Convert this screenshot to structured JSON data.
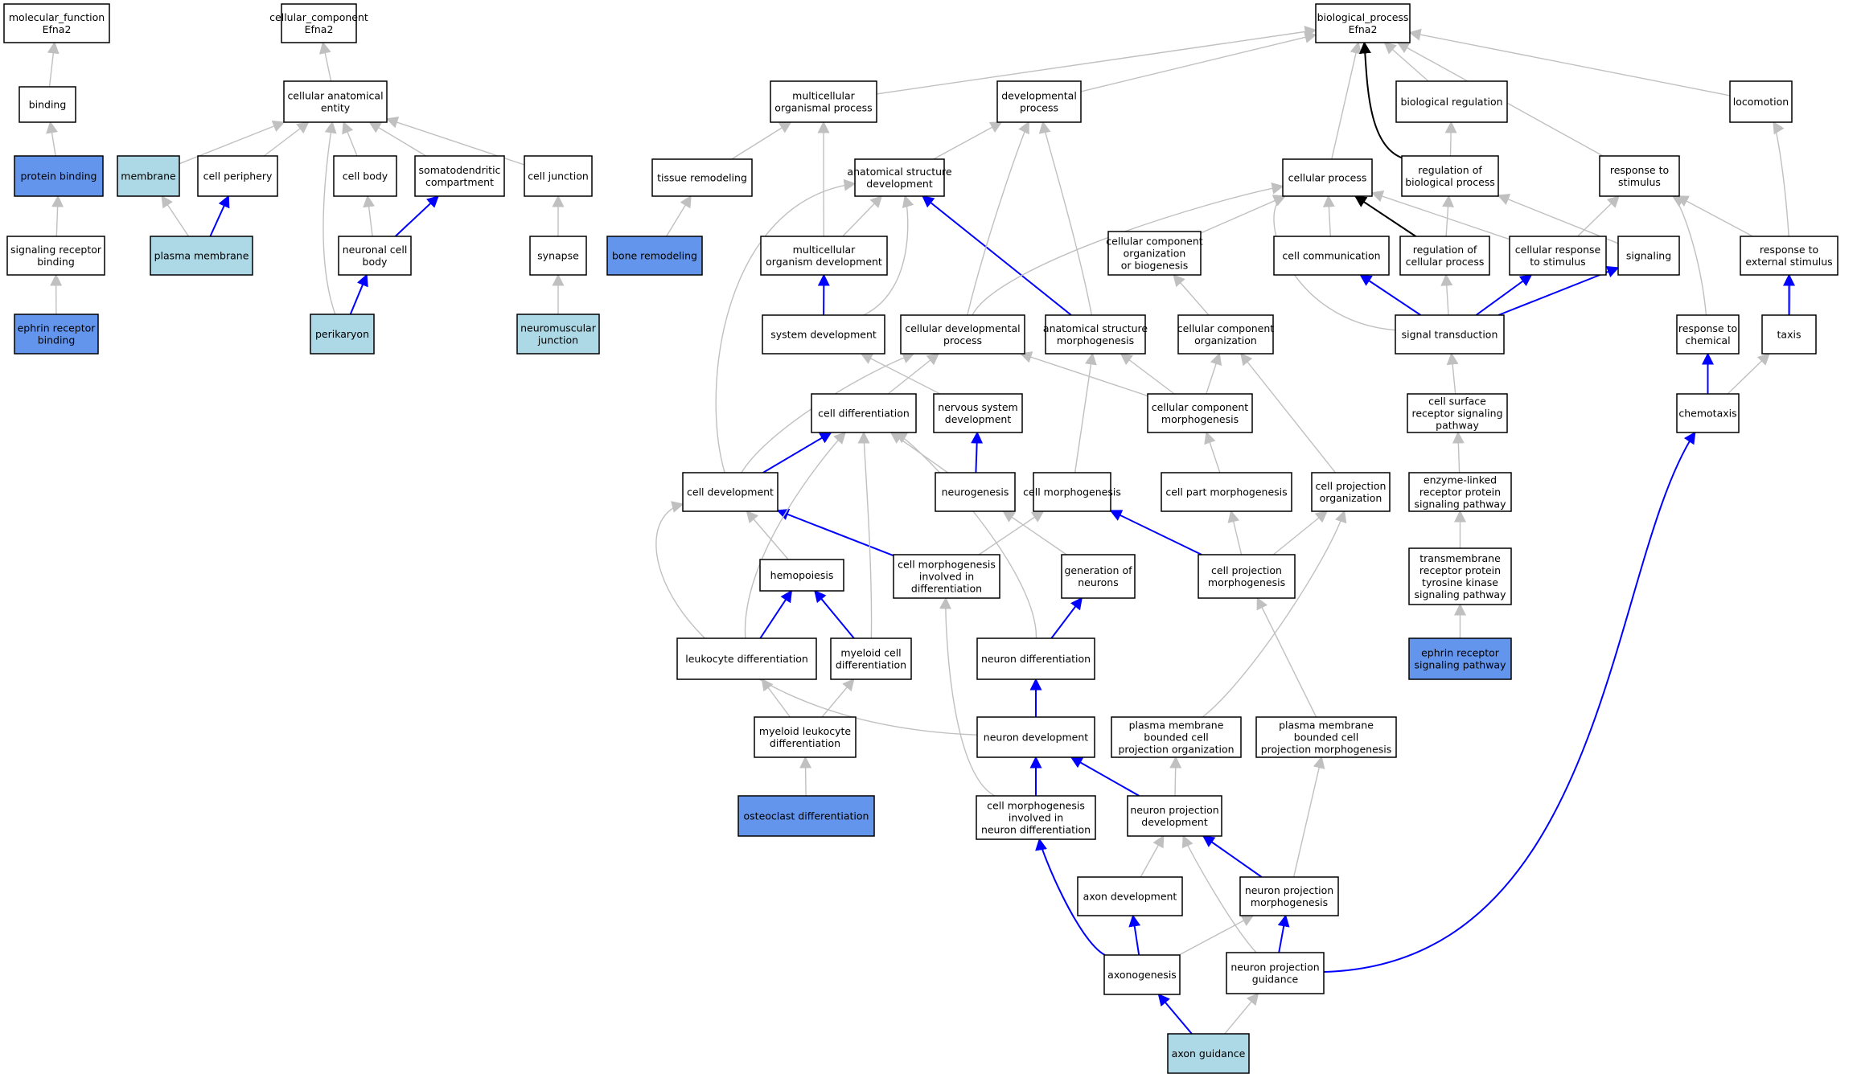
{
  "colors": {
    "node_white": "#ffffff",
    "node_light": "#add8e6",
    "node_dark": "#6495ed",
    "edge_gray": "#c0c0c0",
    "edge_blue": "#0000ff",
    "edge_black": "#000000"
  },
  "nodes": [
    {
      "id": "mf",
      "lines": [
        "molecular_function",
        "Efna2"
      ],
      "fill": "white"
    },
    {
      "id": "binding",
      "lines": [
        "binding"
      ],
      "fill": "white"
    },
    {
      "id": "protein_binding",
      "lines": [
        "protein binding"
      ],
      "fill": "dark"
    },
    {
      "id": "srb",
      "lines": [
        "signaling receptor",
        "binding"
      ],
      "fill": "white"
    },
    {
      "id": "erb",
      "lines": [
        "ephrin receptor",
        "binding"
      ],
      "fill": "dark"
    },
    {
      "id": "cc",
      "lines": [
        "cellular_component",
        "Efna2"
      ],
      "fill": "white"
    },
    {
      "id": "cae",
      "lines": [
        "cellular anatomical",
        "entity"
      ],
      "fill": "white"
    },
    {
      "id": "membrane",
      "lines": [
        "membrane"
      ],
      "fill": "light"
    },
    {
      "id": "cell_periphery",
      "lines": [
        "cell periphery"
      ],
      "fill": "white"
    },
    {
      "id": "cell_body",
      "lines": [
        "cell body"
      ],
      "fill": "white"
    },
    {
      "id": "somato",
      "lines": [
        "somatodendritic",
        "compartment"
      ],
      "fill": "white"
    },
    {
      "id": "cell_junction",
      "lines": [
        "cell junction"
      ],
      "fill": "white"
    },
    {
      "id": "plasma_membrane",
      "lines": [
        "plasma membrane"
      ],
      "fill": "light"
    },
    {
      "id": "ncb",
      "lines": [
        "neuronal cell",
        "body"
      ],
      "fill": "white"
    },
    {
      "id": "synapse",
      "lines": [
        "synapse"
      ],
      "fill": "white"
    },
    {
      "id": "perikaryon",
      "lines": [
        "perikaryon"
      ],
      "fill": "light"
    },
    {
      "id": "nmj",
      "lines": [
        "neuromuscular",
        "junction"
      ],
      "fill": "light"
    },
    {
      "id": "bp",
      "lines": [
        "biological_process",
        "Efna2"
      ],
      "fill": "white"
    },
    {
      "id": "mop",
      "lines": [
        "multicellular",
        "organismal process"
      ],
      "fill": "white"
    },
    {
      "id": "devp",
      "lines": [
        "developmental",
        "process"
      ],
      "fill": "white"
    },
    {
      "id": "bioreg",
      "lines": [
        "biological regulation"
      ],
      "fill": "white"
    },
    {
      "id": "locomotion",
      "lines": [
        "locomotion"
      ],
      "fill": "white"
    },
    {
      "id": "tissue_rem",
      "lines": [
        "tissue remodeling"
      ],
      "fill": "white"
    },
    {
      "id": "asd",
      "lines": [
        "anatomical structure",
        "development"
      ],
      "fill": "white"
    },
    {
      "id": "cellp",
      "lines": [
        "cellular process"
      ],
      "fill": "white"
    },
    {
      "id": "rbp",
      "lines": [
        "regulation of",
        "biological process"
      ],
      "fill": "white"
    },
    {
      "id": "rts",
      "lines": [
        "response to",
        "stimulus"
      ],
      "fill": "white"
    },
    {
      "id": "bone_rem",
      "lines": [
        "bone remodeling"
      ],
      "fill": "dark"
    },
    {
      "id": "mod",
      "lines": [
        "multicellular",
        "organism development"
      ],
      "fill": "white"
    },
    {
      "id": "ccob",
      "lines": [
        "cellular component",
        "organization",
        "or biogenesis"
      ],
      "fill": "white"
    },
    {
      "id": "cellcomm",
      "lines": [
        "cell communication"
      ],
      "fill": "white"
    },
    {
      "id": "rcp",
      "lines": [
        "regulation of",
        "cellular process"
      ],
      "fill": "white"
    },
    {
      "id": "crts",
      "lines": [
        "cellular response",
        "to stimulus"
      ],
      "fill": "white"
    },
    {
      "id": "signaling",
      "lines": [
        "signaling"
      ],
      "fill": "white"
    },
    {
      "id": "rtes",
      "lines": [
        "response to",
        "external stimulus"
      ],
      "fill": "white"
    },
    {
      "id": "sysdev",
      "lines": [
        "system development"
      ],
      "fill": "white"
    },
    {
      "id": "cdp",
      "lines": [
        "cellular developmental",
        "process"
      ],
      "fill": "white"
    },
    {
      "id": "asm",
      "lines": [
        "anatomical structure",
        "morphogenesis"
      ],
      "fill": "white"
    },
    {
      "id": "cco",
      "lines": [
        "cellular component",
        "organization"
      ],
      "fill": "white"
    },
    {
      "id": "sigtrans",
      "lines": [
        "signal transduction"
      ],
      "fill": "white"
    },
    {
      "id": "rtc",
      "lines": [
        "response to",
        "chemical"
      ],
      "fill": "white"
    },
    {
      "id": "taxis",
      "lines": [
        "taxis"
      ],
      "fill": "white"
    },
    {
      "id": "celldiff",
      "lines": [
        "cell differentiation"
      ],
      "fill": "white"
    },
    {
      "id": "nsd",
      "lines": [
        "nervous system",
        "development"
      ],
      "fill": "white"
    },
    {
      "id": "ccm",
      "lines": [
        "cellular component",
        "morphogenesis"
      ],
      "fill": "white"
    },
    {
      "id": "csrsp",
      "lines": [
        "cell surface",
        "receptor signaling",
        "pathway"
      ],
      "fill": "white"
    },
    {
      "id": "chemotaxis",
      "lines": [
        "chemotaxis"
      ],
      "fill": "white"
    },
    {
      "id": "celldev",
      "lines": [
        "cell development"
      ],
      "fill": "white"
    },
    {
      "id": "neurogenesis",
      "lines": [
        "neurogenesis"
      ],
      "fill": "white"
    },
    {
      "id": "cellmorph",
      "lines": [
        "cell morphogenesis"
      ],
      "fill": "white"
    },
    {
      "id": "cpm",
      "lines": [
        "cell part morphogenesis"
      ],
      "fill": "white"
    },
    {
      "id": "cpo",
      "lines": [
        "cell projection",
        "organization"
      ],
      "fill": "white"
    },
    {
      "id": "elrpsp",
      "lines": [
        "enzyme-linked",
        "receptor protein",
        "signaling pathway"
      ],
      "fill": "white"
    },
    {
      "id": "hemopoiesis",
      "lines": [
        "hemopoiesis"
      ],
      "fill": "white"
    },
    {
      "id": "cmid",
      "lines": [
        "cell morphogenesis",
        "involved in",
        "differentiation"
      ],
      "fill": "white"
    },
    {
      "id": "genneur",
      "lines": [
        "generation of",
        "neurons"
      ],
      "fill": "white"
    },
    {
      "id": "cpmorph",
      "lines": [
        "cell projection",
        "morphogenesis"
      ],
      "fill": "white"
    },
    {
      "id": "tmrptk",
      "lines": [
        "transmembrane",
        "receptor protein",
        "tyrosine kinase",
        "signaling pathway"
      ],
      "fill": "white"
    },
    {
      "id": "leukdiff",
      "lines": [
        "leukocyte differentiation"
      ],
      "fill": "white"
    },
    {
      "id": "myeldiff",
      "lines": [
        "myeloid cell",
        "differentiation"
      ],
      "fill": "white"
    },
    {
      "id": "neurdiff",
      "lines": [
        "neuron differentiation"
      ],
      "fill": "white"
    },
    {
      "id": "ersp",
      "lines": [
        "ephrin receptor",
        "signaling pathway"
      ],
      "fill": "dark"
    },
    {
      "id": "myelleuk",
      "lines": [
        "myeloid leukocyte",
        "differentiation"
      ],
      "fill": "white"
    },
    {
      "id": "neurdev",
      "lines": [
        "neuron development"
      ],
      "fill": "white"
    },
    {
      "id": "pmbcpo",
      "lines": [
        "plasma membrane",
        "bounded cell",
        "projection organization"
      ],
      "fill": "white"
    },
    {
      "id": "pmbcpm",
      "lines": [
        "plasma membrane",
        "bounded cell",
        "projection morphogenesis"
      ],
      "fill": "white"
    },
    {
      "id": "osteodiff",
      "lines": [
        "osteoclast differentiation"
      ],
      "fill": "dark"
    },
    {
      "id": "cmind",
      "lines": [
        "cell morphogenesis",
        "involved in",
        "neuron differentiation"
      ],
      "fill": "white"
    },
    {
      "id": "npd",
      "lines": [
        "neuron projection",
        "development"
      ],
      "fill": "white"
    },
    {
      "id": "axondev",
      "lines": [
        "axon development"
      ],
      "fill": "white"
    },
    {
      "id": "npm",
      "lines": [
        "neuron projection",
        "morphogenesis"
      ],
      "fill": "white"
    },
    {
      "id": "axonogenesis",
      "lines": [
        "axonogenesis"
      ],
      "fill": "white"
    },
    {
      "id": "npg",
      "lines": [
        "neuron projection",
        "guidance"
      ],
      "fill": "white"
    },
    {
      "id": "axonguid",
      "lines": [
        "axon guidance"
      ],
      "fill": "light"
    }
  ],
  "edges": [
    {
      "from": "binding",
      "to": "mf",
      "type": "gray"
    },
    {
      "from": "protein_binding",
      "to": "binding",
      "type": "gray"
    },
    {
      "from": "srb",
      "to": "protein_binding",
      "type": "gray"
    },
    {
      "from": "erb",
      "to": "srb",
      "type": "gray"
    },
    {
      "from": "cae",
      "to": "cc",
      "type": "gray"
    },
    {
      "from": "membrane",
      "to": "cae",
      "type": "gray"
    },
    {
      "from": "cell_periphery",
      "to": "cae",
      "type": "gray"
    },
    {
      "from": "cell_body",
      "to": "cae",
      "type": "gray"
    },
    {
      "from": "somato",
      "to": "cae",
      "type": "gray"
    },
    {
      "from": "cell_junction",
      "to": "cae",
      "type": "gray"
    },
    {
      "from": "perikaryon",
      "to": "cae",
      "type": "gray"
    },
    {
      "from": "plasma_membrane",
      "to": "membrane",
      "type": "gray"
    },
    {
      "from": "plasma_membrane",
      "to": "cell_periphery",
      "type": "blue"
    },
    {
      "from": "ncb",
      "to": "cell_body",
      "type": "gray"
    },
    {
      "from": "ncb",
      "to": "somato",
      "type": "blue"
    },
    {
      "from": "perikaryon",
      "to": "ncb",
      "type": "blue"
    },
    {
      "from": "synapse",
      "to": "cell_junction",
      "type": "gray"
    },
    {
      "from": "nmj",
      "to": "synapse",
      "type": "gray"
    },
    {
      "from": "mop",
      "to": "bp",
      "type": "gray"
    },
    {
      "from": "devp",
      "to": "bp",
      "type": "gray"
    },
    {
      "from": "bioreg",
      "to": "bp",
      "type": "gray"
    },
    {
      "from": "locomotion",
      "to": "bp",
      "type": "gray"
    },
    {
      "from": "cellp",
      "to": "bp",
      "type": "gray"
    },
    {
      "from": "rbp",
      "to": "bp",
      "type": "black"
    },
    {
      "from": "rts",
      "to": "bp",
      "type": "gray"
    },
    {
      "from": "tissue_rem",
      "to": "mop",
      "type": "gray"
    },
    {
      "from": "bone_rem",
      "to": "tissue_rem",
      "type": "gray"
    },
    {
      "from": "mod",
      "to": "mop",
      "type": "gray"
    },
    {
      "from": "asd",
      "to": "devp",
      "type": "gray"
    },
    {
      "from": "rbp",
      "to": "bioreg",
      "type": "gray"
    },
    {
      "from": "mod",
      "to": "asd",
      "type": "gray"
    },
    {
      "from": "sysdev",
      "to": "mod",
      "type": "blue"
    },
    {
      "from": "sysdev",
      "to": "asd",
      "type": "gray"
    },
    {
      "from": "asm",
      "to": "asd",
      "type": "blue"
    },
    {
      "from": "asm",
      "to": "devp",
      "type": "gray"
    },
    {
      "from": "cdp",
      "to": "devp",
      "type": "gray"
    },
    {
      "from": "cdp",
      "to": "cellp",
      "type": "gray"
    },
    {
      "from": "ccob",
      "to": "cellp",
      "type": "gray"
    },
    {
      "from": "cellcomm",
      "to": "cellp",
      "type": "gray"
    },
    {
      "from": "rcp",
      "to": "cellp",
      "type": "black"
    },
    {
      "from": "crts",
      "to": "cellp",
      "type": "gray"
    },
    {
      "from": "rcp",
      "to": "rbp",
      "type": "gray"
    },
    {
      "from": "signaling",
      "to": "rbp",
      "type": "gray"
    },
    {
      "from": "crts",
      "to": "rts",
      "type": "gray"
    },
    {
      "from": "rtes",
      "to": "rts",
      "type": "gray"
    },
    {
      "from": "rtc",
      "to": "rts",
      "type": "gray"
    },
    {
      "from": "taxis",
      "to": "locomotion",
      "type": "gray"
    },
    {
      "from": "taxis",
      "to": "rtes",
      "type": "blue"
    },
    {
      "from": "cco",
      "to": "ccob",
      "type": "gray"
    },
    {
      "from": "sigtrans",
      "to": "cellp",
      "type": "gray"
    },
    {
      "from": "sigtrans",
      "to": "cellcomm",
      "type": "blue"
    },
    {
      "from": "sigtrans",
      "to": "rcp",
      "type": "gray"
    },
    {
      "from": "sigtrans",
      "to": "crts",
      "type": "blue"
    },
    {
      "from": "sigtrans",
      "to": "signaling",
      "type": "blue"
    },
    {
      "from": "chemotaxis",
      "to": "rtc",
      "type": "blue"
    },
    {
      "from": "chemotaxis",
      "to": "taxis",
      "type": "gray"
    },
    {
      "from": "celldiff",
      "to": "cdp",
      "type": "gray"
    },
    {
      "from": "nsd",
      "to": "sysdev",
      "type": "gray"
    },
    {
      "from": "ccm",
      "to": "cdp",
      "type": "gray"
    },
    {
      "from": "ccm",
      "to": "asm",
      "type": "gray"
    },
    {
      "from": "ccm",
      "to": "cco",
      "type": "gray"
    },
    {
      "from": "csrsp",
      "to": "sigtrans",
      "type": "gray"
    },
    {
      "from": "celldev",
      "to": "asd",
      "type": "gray"
    },
    {
      "from": "celldev",
      "to": "cdp",
      "type": "gray"
    },
    {
      "from": "celldev",
      "to": "celldiff",
      "type": "blue"
    },
    {
      "from": "neurogenesis",
      "to": "celldiff",
      "type": "gray"
    },
    {
      "from": "neurogenesis",
      "to": "nsd",
      "type": "blue"
    },
    {
      "from": "cellmorph",
      "to": "asm",
      "type": "gray"
    },
    {
      "from": "cpm",
      "to": "ccm",
      "type": "gray"
    },
    {
      "from": "cpo",
      "to": "cco",
      "type": "gray"
    },
    {
      "from": "elrpsp",
      "to": "csrsp",
      "type": "gray"
    },
    {
      "from": "hemopoiesis",
      "to": "celldev",
      "type": "gray"
    },
    {
      "from": "cmid",
      "to": "celldev",
      "type": "blue"
    },
    {
      "from": "cmid",
      "to": "cellmorph",
      "type": "gray"
    },
    {
      "from": "genneur",
      "to": "neurogenesis",
      "type": "gray"
    },
    {
      "from": "cpmorph",
      "to": "cellmorph",
      "type": "blue"
    },
    {
      "from": "cpmorph",
      "to": "cpm",
      "type": "gray"
    },
    {
      "from": "cpmorph",
      "to": "cpo",
      "type": "gray"
    },
    {
      "from": "tmrptk",
      "to": "elrpsp",
      "type": "gray"
    },
    {
      "from": "ersp",
      "to": "tmrptk",
      "type": "gray"
    },
    {
      "from": "leukdiff",
      "to": "hemopoiesis",
      "type": "blue"
    },
    {
      "from": "leukdiff",
      "to": "celldiff",
      "type": "gray"
    },
    {
      "from": "myeldiff",
      "to": "hemopoiesis",
      "type": "blue"
    },
    {
      "from": "myeldiff",
      "to": "celldiff",
      "type": "gray"
    },
    {
      "from": "neurdiff",
      "to": "genneur",
      "type": "blue"
    },
    {
      "from": "neurdiff",
      "to": "celldiff",
      "type": "gray"
    },
    {
      "from": "myelleuk",
      "to": "leukdiff",
      "type": "gray"
    },
    {
      "from": "myelleuk",
      "to": "myeldiff",
      "type": "gray"
    },
    {
      "from": "osteodiff",
      "to": "myelleuk",
      "type": "gray"
    },
    {
      "from": "neurdev",
      "to": "neurdiff",
      "type": "blue"
    },
    {
      "from": "neurdev",
      "to": "celldev",
      "type": "gray"
    },
    {
      "from": "pmbcpo",
      "to": "cpo",
      "type": "gray"
    },
    {
      "from": "pmbcpm",
      "to": "cpmorph",
      "type": "gray"
    },
    {
      "from": "cmind",
      "to": "neurdev",
      "type": "blue"
    },
    {
      "from": "cmind",
      "to": "cmid",
      "type": "gray"
    },
    {
      "from": "npd",
      "to": "neurdev",
      "type": "blue"
    },
    {
      "from": "npd",
      "to": "pmbcpo",
      "type": "gray"
    },
    {
      "from": "axondev",
      "to": "npd",
      "type": "gray"
    },
    {
      "from": "npm",
      "to": "npd",
      "type": "blue"
    },
    {
      "from": "npm",
      "to": "pmbcpm",
      "type": "gray"
    },
    {
      "from": "axonogenesis",
      "to": "axondev",
      "type": "blue"
    },
    {
      "from": "axonogenesis",
      "to": "cmind",
      "type": "blue"
    },
    {
      "from": "axonogenesis",
      "to": "npm",
      "type": "gray"
    },
    {
      "from": "npg",
      "to": "npm",
      "type": "blue"
    },
    {
      "from": "npg",
      "to": "npd",
      "type": "gray"
    },
    {
      "from": "npg",
      "to": "chemotaxis",
      "type": "blue"
    },
    {
      "from": "axonguid",
      "to": "axonogenesis",
      "type": "blue"
    },
    {
      "from": "axonguid",
      "to": "npg",
      "type": "gray"
    }
  ]
}
